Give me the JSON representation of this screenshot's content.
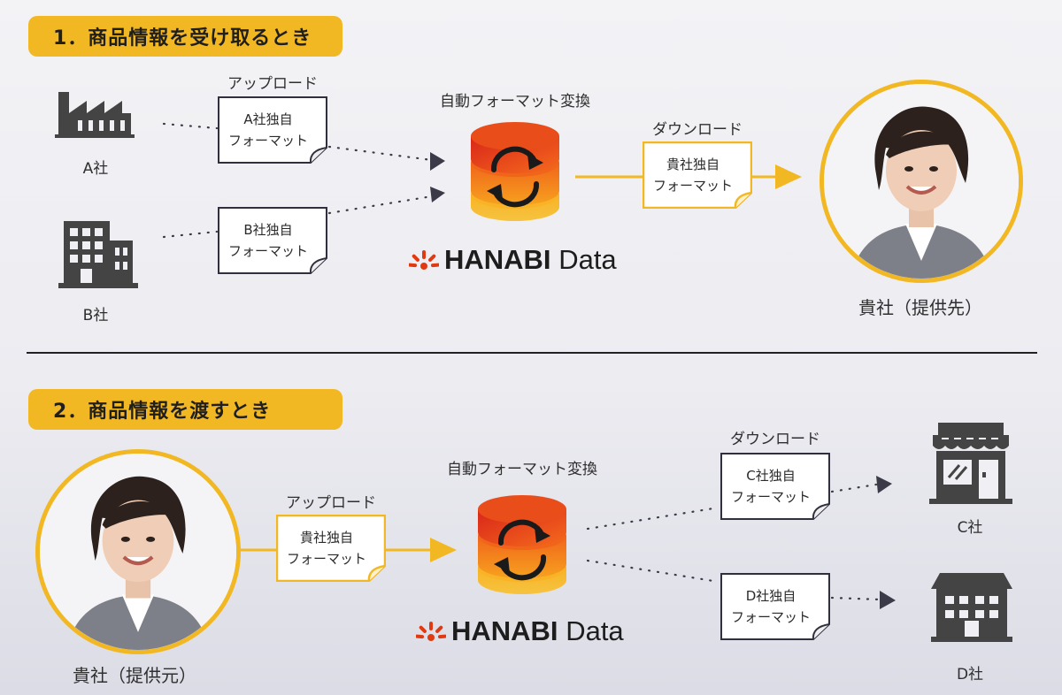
{
  "colors": {
    "accent": "#f2b824",
    "dark": "#2f2f3e",
    "logo_red": "#e03a12"
  },
  "section1": {
    "title": "1．商品情報を受け取るとき",
    "company_a": "A社",
    "company_b": "B社",
    "upload_label": "アップロード",
    "doc_a": {
      "line1": "A社独自",
      "line2": "フォーマット"
    },
    "doc_b": {
      "line1": "B社独自",
      "line2": "フォーマット"
    },
    "convert_label": "自動フォーマット変換",
    "download_label": "ダウンロード",
    "doc_ours": {
      "line1": "貴社独自",
      "line2": "フォーマット"
    },
    "recipient": "貴社（提供先）",
    "logo_bold": "HANABI",
    "logo_light": "Data"
  },
  "section2": {
    "title": "2．商品情報を渡すとき",
    "provider": "貴社（提供元）",
    "upload_label": "アップロード",
    "doc_ours": {
      "line1": "貴社独自",
      "line2": "フォーマット"
    },
    "convert_label": "自動フォーマット変換",
    "download_label": "ダウンロード",
    "doc_c": {
      "line1": "C社独自",
      "line2": "フォーマット"
    },
    "doc_d": {
      "line1": "D社独自",
      "line2": "フォーマット"
    },
    "company_c": "C社",
    "company_d": "D社",
    "logo_bold": "HANABI",
    "logo_light": "Data"
  }
}
